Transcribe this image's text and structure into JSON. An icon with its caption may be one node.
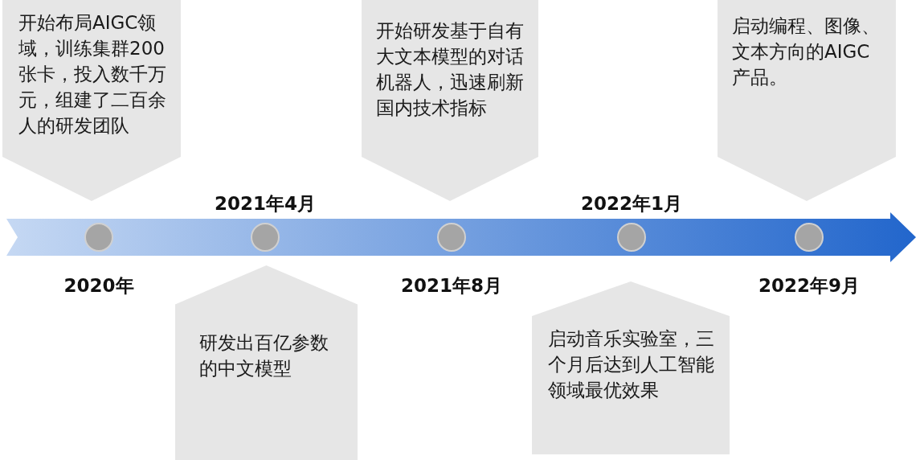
{
  "diagram": {
    "nodes": [
      {
        "text": [
          "开始布局AIGC领域，训练集群200张卡，投入数千万元，组建了二百余人的研发团队"
        ]
      },
      {
        "text": [
          "研发出百亿参数的中文模型"
        ]
      },
      {
        "text": [
          "开始研发基于自有大文本模型的对话机器人，迅速刷新国内技术指标"
        ]
      },
      {
        "text": [
          "启动音乐实验室，三个月后达到人工智能领域最优效果"
        ]
      },
      {
        "text": [
          "启动编程、图像、文本方向的AIGC产品。"
        ]
      },
      {
        "text": [],
        "shape": "circle",
        "beside": [
          "2020年"
        ]
      },
      {
        "text": [],
        "shape": "circle",
        "beside": [
          "2021年4月"
        ]
      },
      {
        "text": [],
        "shape": "circle",
        "beside": [
          "2021年8月"
        ]
      },
      {
        "text": [],
        "shape": "circle",
        "beside": [
          "2022年1月"
        ]
      },
      {
        "text": [],
        "shape": "circle",
        "beside": [
          "2022年9月"
        ]
      }
    ],
    "edges": []
  }
}
